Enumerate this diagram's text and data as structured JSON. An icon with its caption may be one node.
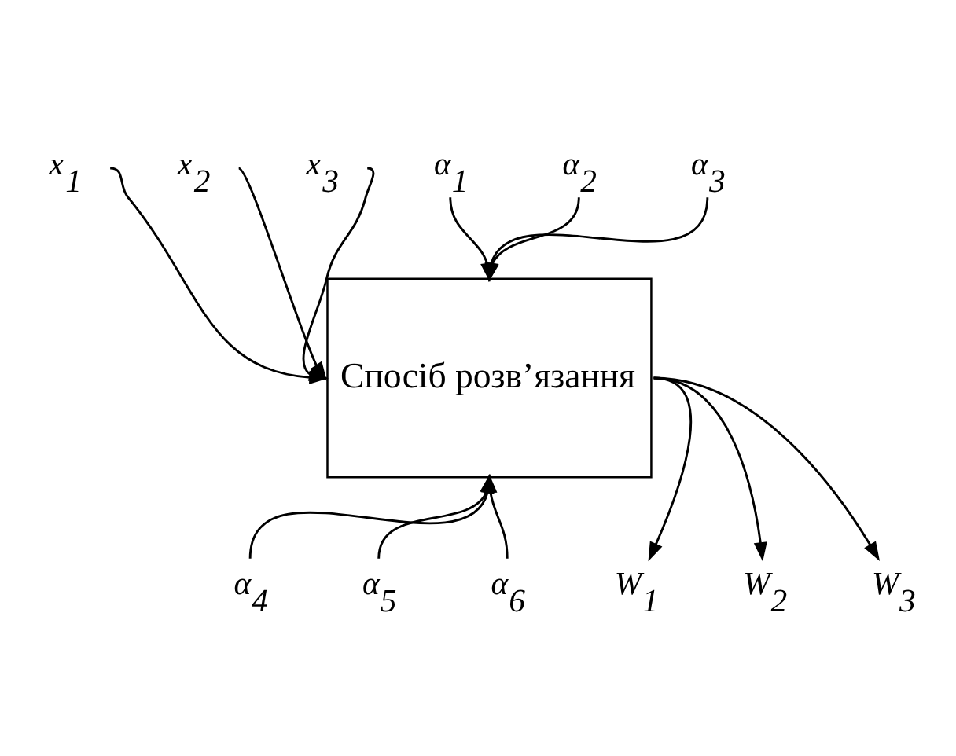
{
  "diagram": {
    "nodes": [
      {
        "text": [
          "α$_{1}$"
        ]
      },
      {
        "text": [
          "α$_{2}$"
        ]
      },
      {
        "text": [
          "α$_{3}$"
        ]
      },
      {
        "text": [
          "x$_{1}$"
        ]
      },
      {
        "text": [
          "Спосіб розв’язання"
        ]
      },
      {
        "text": [
          "W$_{1}$"
        ]
      },
      {
        "text": [
          "x$_{2}$"
        ]
      },
      {
        "text": [
          "W$_{2}$"
        ]
      },
      {
        "text": [
          "x$_{3}$"
        ]
      },
      {
        "text": [
          "W$_{3}$"
        ]
      },
      {
        "text": [
          "α$_{4}$"
        ]
      },
      {
        "text": [
          "α$_{5}$"
        ]
      },
      {
        "text": [
          "α$_{6}$"
        ]
      }
    ],
    "edges": [
      {
        "from": 0,
        "to": 4,
        "arrow": "to"
      },
      {
        "from": 1,
        "to": 4,
        "arrow": "to"
      },
      {
        "from": 2,
        "to": 4,
        "arrow": "to"
      },
      {
        "from": 3,
        "to": 4,
        "arrow": "to"
      },
      {
        "from": 6,
        "to": 4,
        "arrow": "to"
      },
      {
        "from": 8,
        "to": 4,
        "arrow": "to"
      },
      {
        "from": 4,
        "to": 5,
        "arrow": "to"
      },
      {
        "from": 4,
        "to": 7,
        "arrow": "to"
      },
      {
        "from": 4,
        "to": 9,
        "arrow": "to"
      },
      {
        "from": 10,
        "to": 4,
        "arrow": "to"
      },
      {
        "from": 11,
        "to": 4,
        "arrow": "to"
      },
      {
        "from": 12,
        "to": 4,
        "arrow": "to"
      }
    ]
  }
}
